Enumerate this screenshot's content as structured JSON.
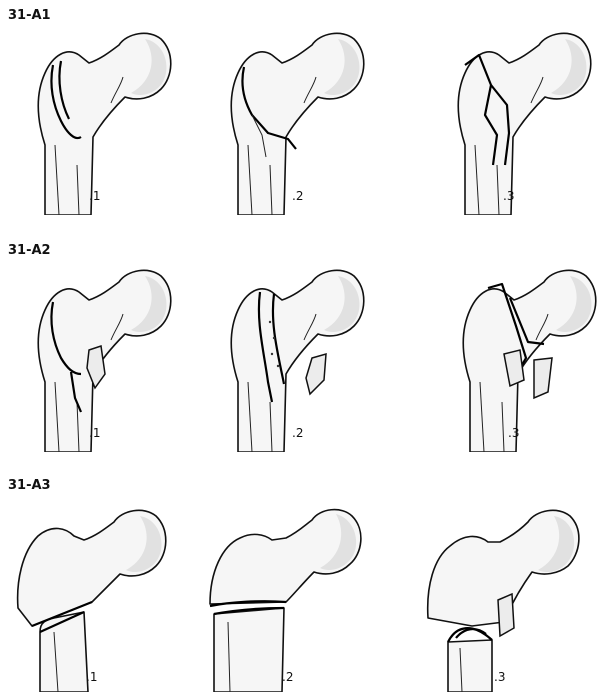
{
  "groups": [
    {
      "label": "31-A1",
      "figures": [
        {
          "sub": ".1"
        },
        {
          "sub": ".2"
        },
        {
          "sub": ".3"
        }
      ]
    },
    {
      "label": "31-A2",
      "figures": [
        {
          "sub": ".1"
        },
        {
          "sub": ".2"
        },
        {
          "sub": ".3"
        }
      ]
    },
    {
      "label": "31-A3",
      "figures": [
        {
          "sub": ".1"
        },
        {
          "sub": ".2"
        },
        {
          "sub": ".3"
        }
      ]
    }
  ],
  "colors": {
    "outline": "#111111",
    "bone_fill": "#f6f6f6",
    "shading": "#d9d9d9"
  }
}
